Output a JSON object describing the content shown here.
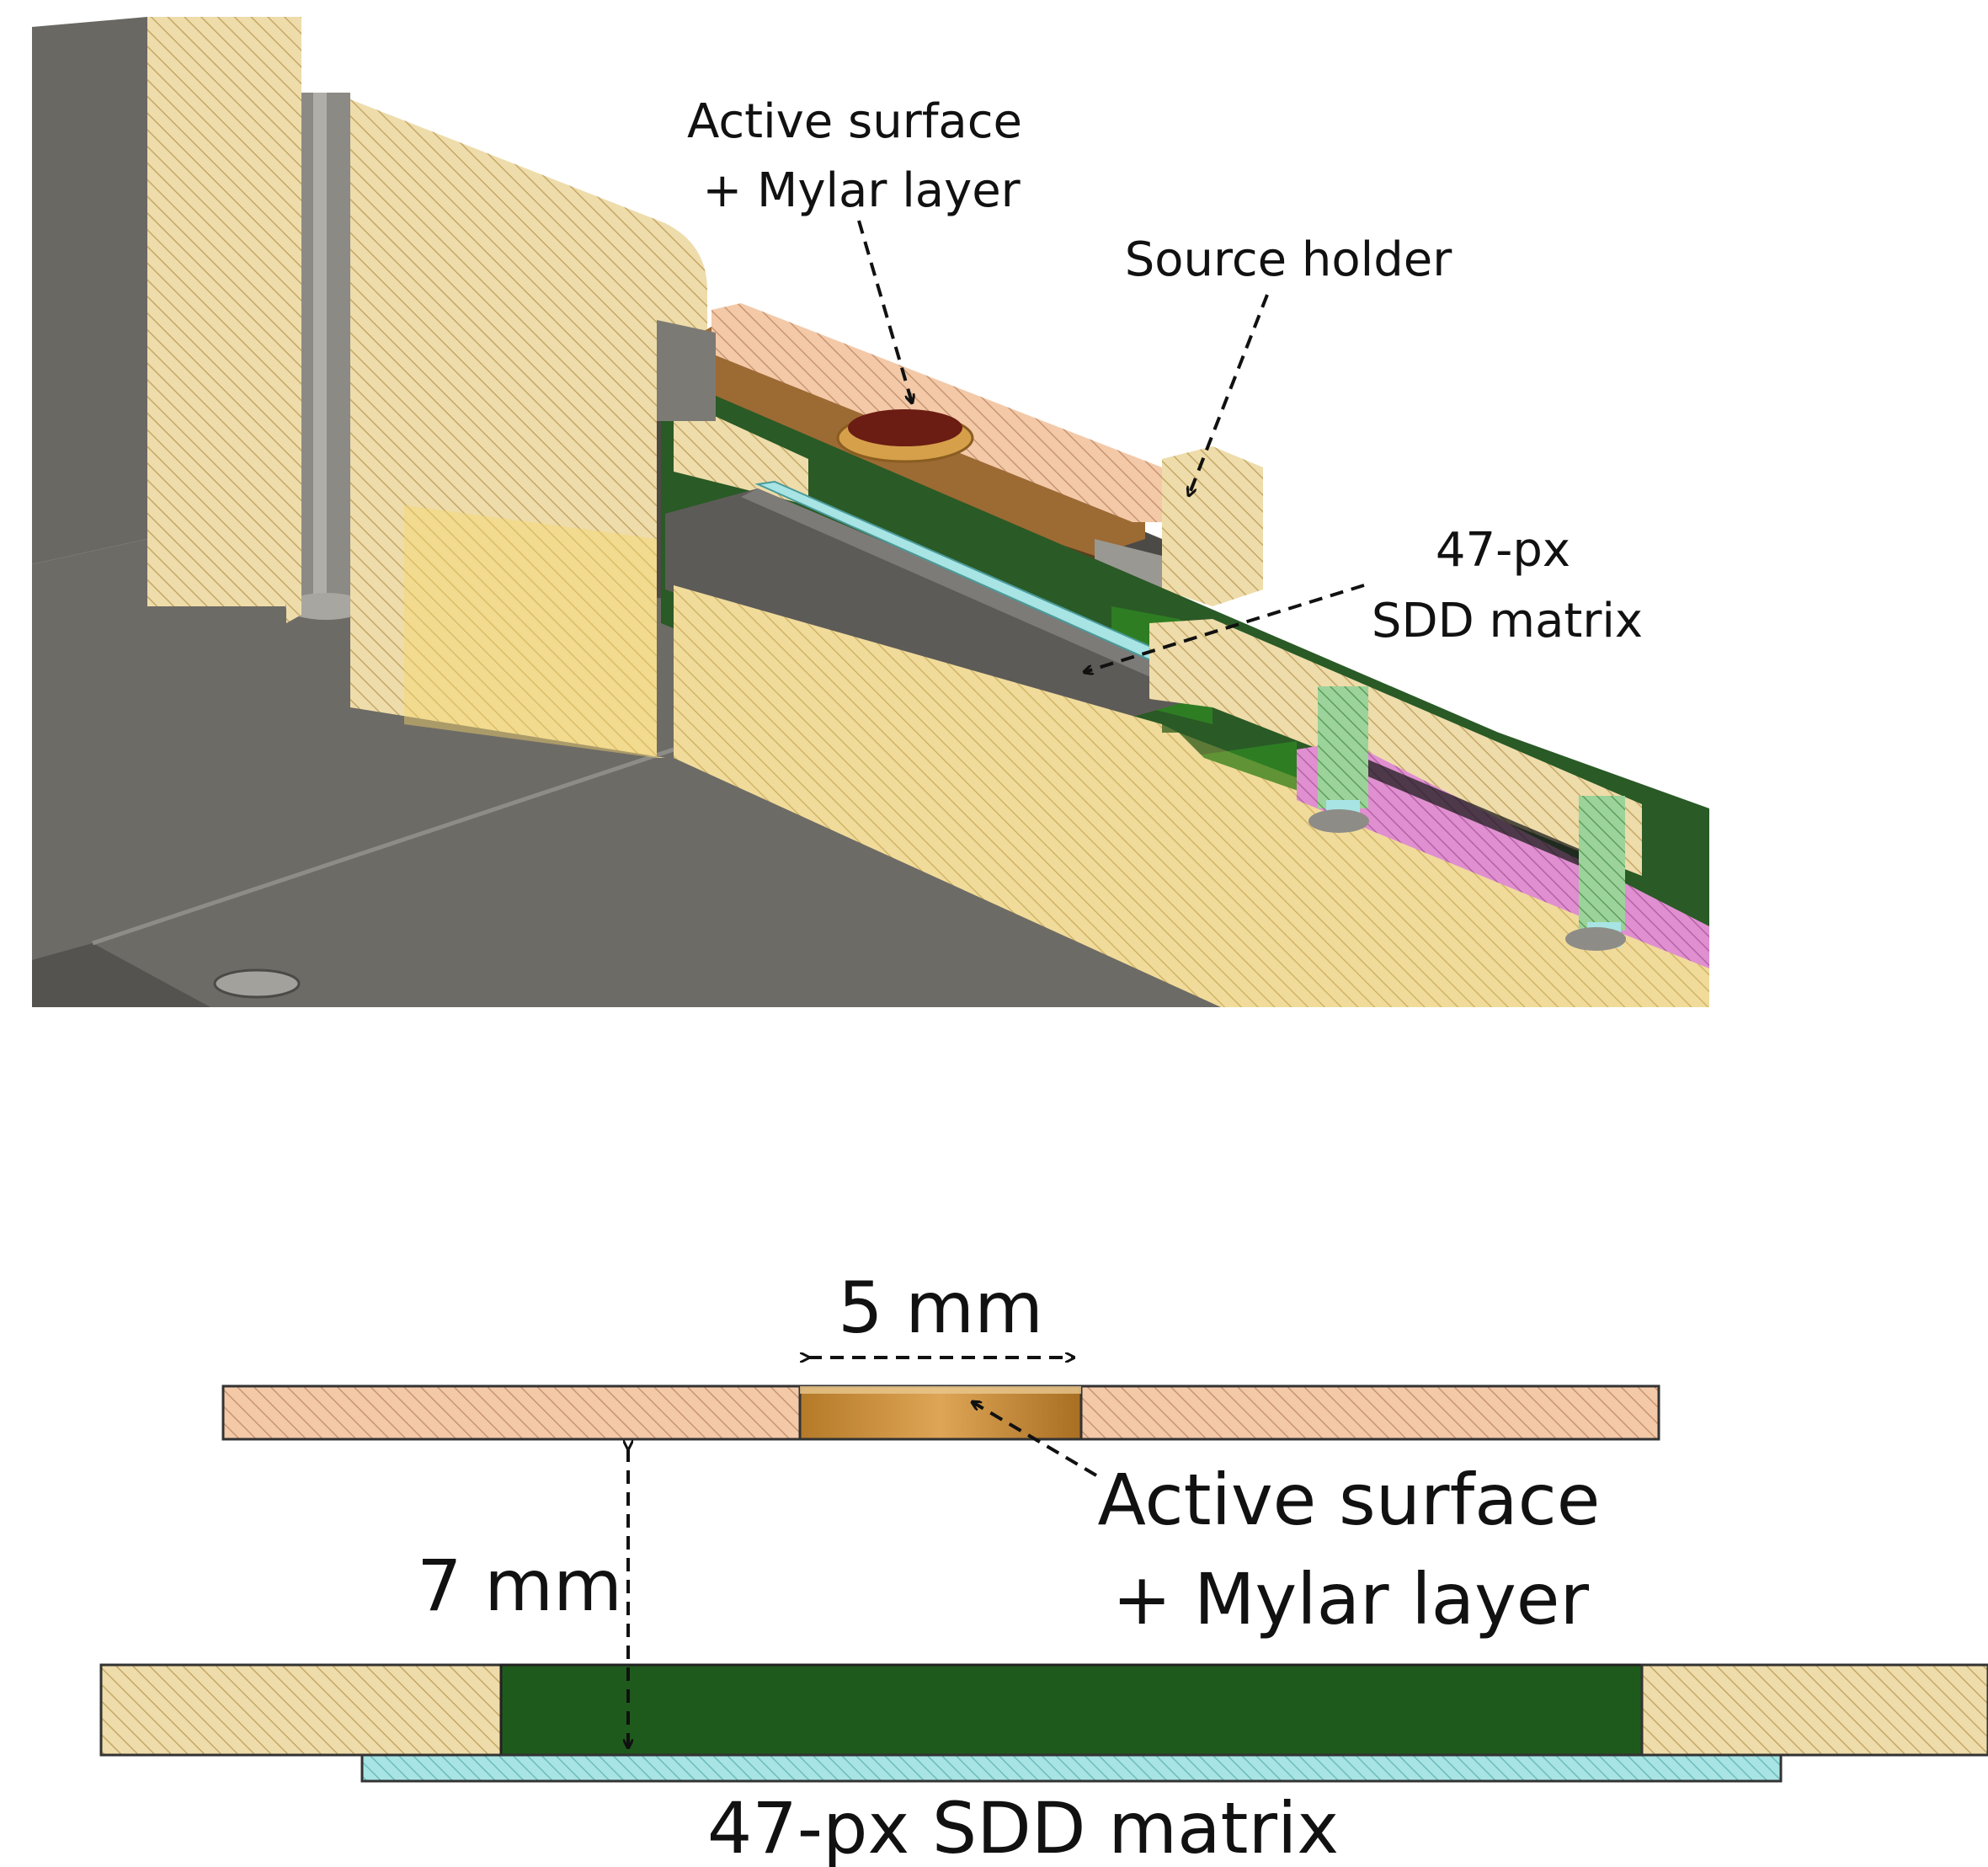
{
  "figure": {
    "top_panel": {
      "labels": {
        "active_surface": [
          "Active surface",
          "+ Mylar layer"
        ],
        "source_holder": "Source holder",
        "sdd_matrix": [
          "47-px",
          "SDD matrix"
        ]
      }
    },
    "bottom_panel": {
      "labels": {
        "width_dimension": "5 mm",
        "gap_dimension": "7 mm",
        "active_surface": [
          "Active surface",
          "+ Mylar layer"
        ],
        "sdd_matrix": "47-px SDD matrix"
      }
    },
    "colors": {
      "frame_tan": "#eedcaa",
      "copper_holder": "#f3c9a8",
      "active_spot": "#d49a3c",
      "bronze_plate": "#9c6a33",
      "pcb_green": "#1f5a1d",
      "sdd_cyan": "#a8e4e4",
      "housing_grey": "#6d6b66",
      "connector_pink": "#e08fd0",
      "connector_green": "#9cd39a"
    }
  }
}
